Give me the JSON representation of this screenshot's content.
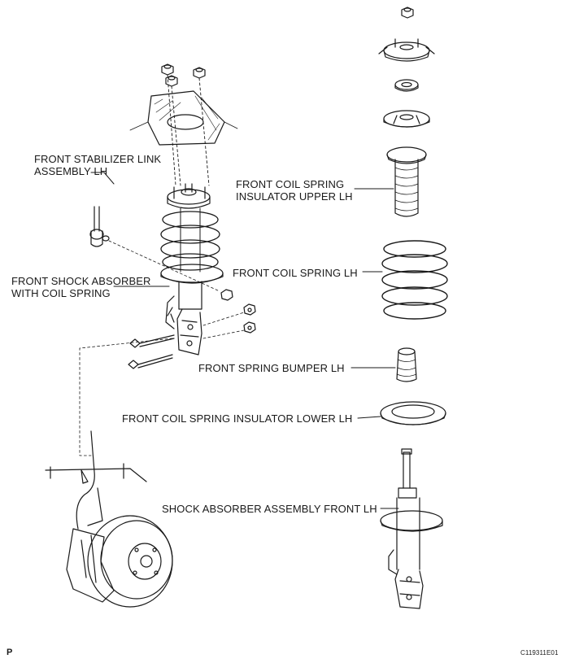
{
  "labels": {
    "stabilizer_link": [
      "FRONT STABILIZER LINK",
      "ASSEMBLY LH"
    ],
    "spring_insulator_upper": [
      "FRONT COIL SPRING",
      "INSULATOR UPPER LH"
    ],
    "coil_spring": "FRONT COIL SPRING LH",
    "shock_with_spring": [
      "FRONT SHOCK ABSORBER",
      "WITH COIL SPRING"
    ],
    "spring_bumper": "FRONT SPRING BUMPER LH",
    "spring_insulator_lower": "FRONT COIL SPRING INSULATOR LOWER LH",
    "shock_assembly": "SHOCK ABSORBER ASSEMBLY FRONT LH"
  },
  "figure_code": "C119311E01",
  "corner_mark": "P",
  "colors": {
    "line": "#1a1a1a",
    "background": "#ffffff"
  }
}
